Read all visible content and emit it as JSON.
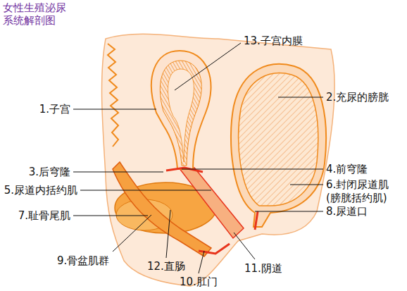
{
  "diagram": {
    "title": "女性生殖泌尿 系统解剖图",
    "labels": [
      "13.子宫内膜",
      "1.子宫",
      "2.充尿的膀胱",
      "3.后穹隆",
      "4.前穹隆",
      "5.尿道内括约肌",
      "6.封闭尿道肌 (膀胱括约肌)",
      "7.耻骨尾肌",
      "8.尿道口",
      "9.骨盆肌群",
      "12.直肠",
      "10.肛门",
      "11.阴道"
    ]
  }
}
